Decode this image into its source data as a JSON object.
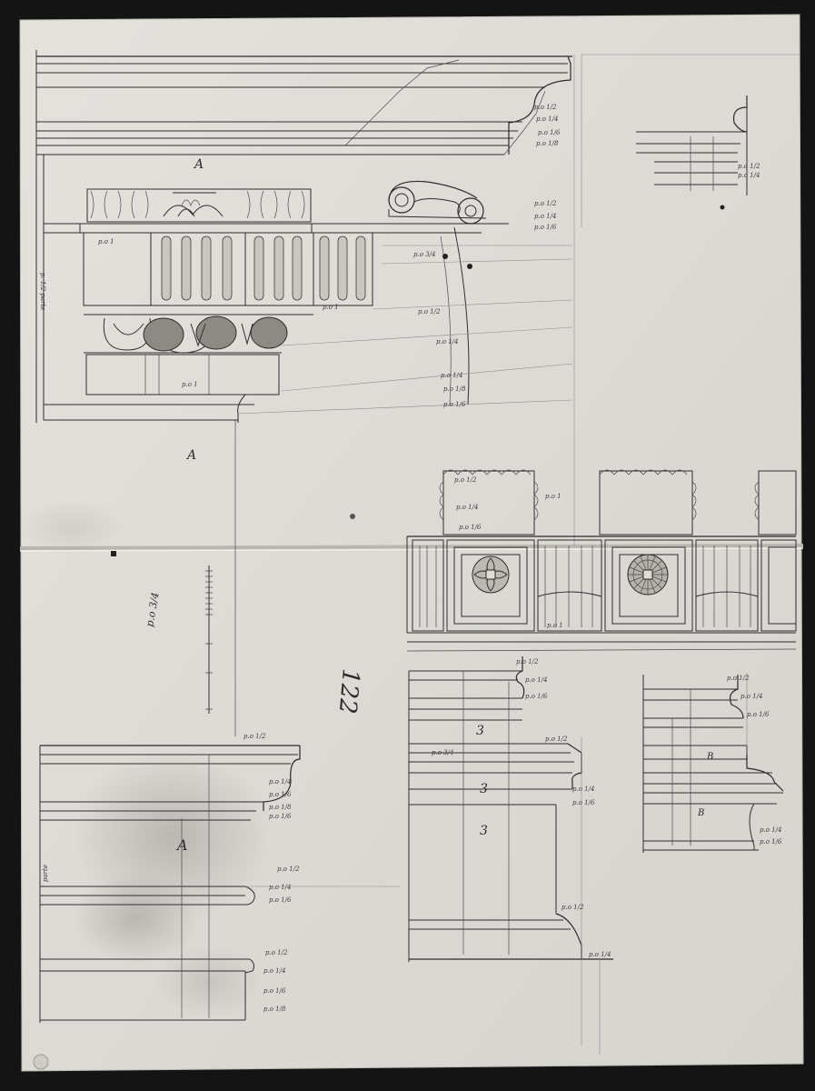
{
  "sheet": {
    "catalog_number": "122",
    "labels": {
      "entablature_A": "A",
      "shaft_A": "A",
      "base_left_A": "A",
      "side_label": "3",
      "lower_mid_label": "3",
      "lower_mid_label_2": "3",
      "right_B_1": "B",
      "right_B_2": "B"
    },
    "annotations": {
      "left_margin_top": "p. 1/2 parte",
      "left_margin_bottom": "parte",
      "mid_measure": "p.o 3/4",
      "mid_scale_label": "p.o 3/4"
    },
    "colors": {
      "paper": "#dedcd6",
      "paper_light": "#e9e7e2",
      "ink": "#2e2e2e",
      "background": "#141414"
    }
  }
}
